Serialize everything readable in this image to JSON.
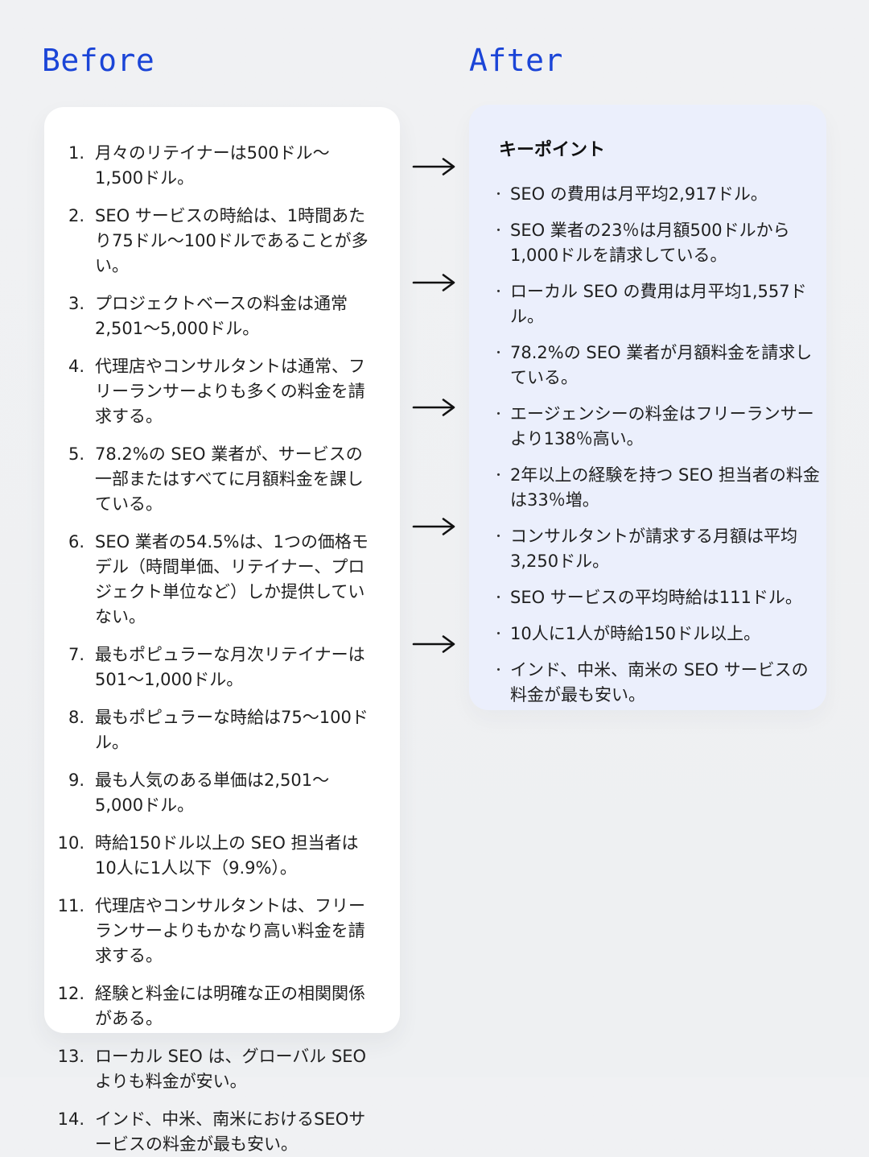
{
  "colors": {
    "background": "#f0f1f3",
    "card_before_bg": "#ffffff",
    "card_after_bg": "#ebeffc",
    "title_blue": "#1b45d7",
    "body_text": "#1f1f1f",
    "arrow": "#111111"
  },
  "before": {
    "title": "Before",
    "items": [
      "月々のリテイナーは500ドル〜1,500ドル。",
      "SEO サービスの時給は、1時間あたり75ドル〜100ドルであることが多い。",
      "プロジェクトベースの料金は通常2,501〜5,000ドル。",
      "代理店やコンサルタントは通常、フリーランサーよりも多くの料金を請求する。",
      "78.2%の SEO 業者が、サービスの一部またはすべてに月額料金を課している。",
      "SEO 業者の54.5%は、1つの価格モデル（時間単価、リテイナー、プロジェクト単位など）しか提供していない。",
      "最もポピュラーな月次リテイナーは501〜1,000ドル。",
      "最もポピュラーな時給は75〜100ドル。",
      "最も人気のある単価は2,501〜5,000ドル。",
      "時給150ドル以上の SEO 担当者は10人に1人以下（9.9%）。",
      "代理店やコンサルタントは、フリーランサーよりもかなり高い料金を請求する。",
      "経験と料金には明確な正の相関関係がある。",
      "ローカル SEO は、グローバル SEO よりも料金が安い。",
      "インド、中米、南米におけるSEOサービスの料金が最も安い。"
    ]
  },
  "after": {
    "title": "After",
    "panel_title": "キーポイント",
    "bullets": [
      "SEO の費用は月平均2,917ドル。",
      "SEO 業者の23％は月額500ドルから1,000ドルを請求している。",
      "ローカル SEO の費用は月平均1,557ドル。",
      "78.2%の SEO 業者が月額料金を請求している。",
      "エージェンシーの料金はフリーランサーより138％高い。",
      "2年以上の経験を持つ SEO 担当者の料金は33％増。",
      "コンサルタントが請求する月額は平均3,250ドル。",
      "SEO サービスの平均時給は111ドル。",
      "10人に1人が時給150ドル以上。",
      "インド、中米、南米の SEO サービスの料金が最も安い。"
    ]
  },
  "arrows": {
    "count": 5,
    "direction": "left-to-right"
  }
}
